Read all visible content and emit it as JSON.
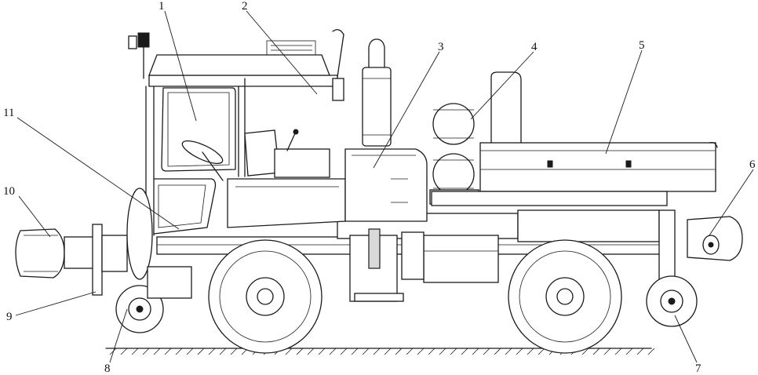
{
  "callouts": [
    {
      "id": "c1",
      "label": "1"
    },
    {
      "id": "c2",
      "label": "2"
    },
    {
      "id": "c3",
      "label": "3"
    },
    {
      "id": "c4",
      "label": "4"
    },
    {
      "id": "c5",
      "label": "5"
    },
    {
      "id": "c6",
      "label": "6"
    },
    {
      "id": "c7",
      "label": "7"
    },
    {
      "id": "c8",
      "label": "8"
    },
    {
      "id": "c9",
      "label": "9"
    },
    {
      "id": "c10",
      "label": "10"
    },
    {
      "id": "c11",
      "label": "11"
    }
  ],
  "colors": {
    "line": "#1a1a1a",
    "background": "#ffffff"
  }
}
